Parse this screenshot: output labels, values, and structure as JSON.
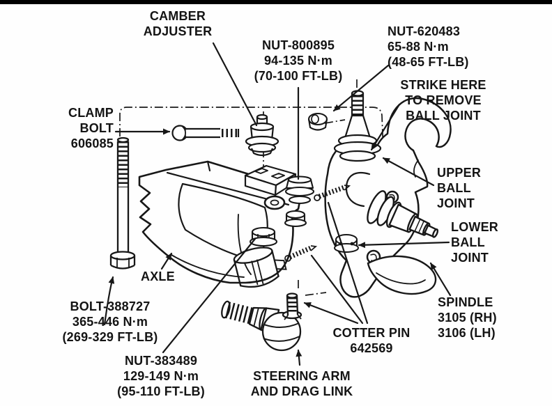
{
  "colors": {
    "ink": "#171717",
    "background": "#fefefe",
    "top_bar": "#000000"
  },
  "labels": {
    "camber_adjuster": {
      "lines": [
        "CAMBER",
        "ADJUSTER"
      ]
    },
    "nut_800895": {
      "lines": [
        "NUT-800895",
        "94-135 N·m",
        "(70-100 FT-LB)"
      ]
    },
    "nut_620483": {
      "lines": [
        "NUT-620483",
        "65-88 N·m",
        "(48-65 FT-LB)"
      ]
    },
    "strike_here": {
      "lines": [
        "STRIKE HERE",
        "TO REMOVE",
        "BALL JOINT"
      ]
    },
    "clamp_bolt": {
      "lines": [
        "CLAMP",
        "BOLT",
        "606085"
      ]
    },
    "upper_ball_joint": {
      "lines": [
        "UPPER",
        "BALL",
        "JOINT"
      ]
    },
    "lower_ball_joint": {
      "lines": [
        "LOWER",
        "BALL",
        "JOINT"
      ]
    },
    "axle": {
      "lines": [
        "AXLE"
      ]
    },
    "bolt_388727": {
      "lines": [
        "BOLT-388727",
        "365-446 N·m",
        "(269-329 FT-LB)"
      ]
    },
    "spindle": {
      "lines": [
        "SPINDLE",
        "3105 (RH)",
        "3106 (LH)"
      ]
    },
    "cotter_pin": {
      "lines": [
        "COTTER PIN",
        "642569"
      ]
    },
    "nut_383489": {
      "lines": [
        "NUT-383489",
        "129-149 N·m",
        "(95-110 FT-LB)"
      ]
    },
    "steering_arm": {
      "lines": [
        "STEERING ARM",
        "AND DRAG LINK"
      ]
    }
  }
}
